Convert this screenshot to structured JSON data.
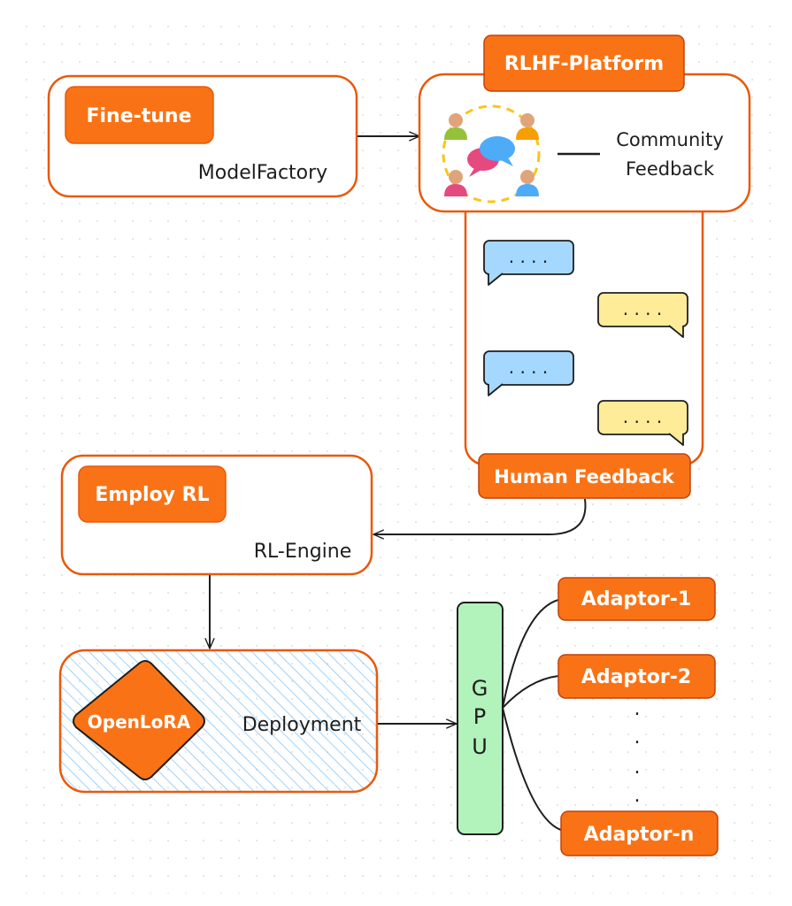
{
  "model_factory": {
    "title": "ModelFactory",
    "action": "Fine-tune"
  },
  "rlhf_platform": {
    "title": "RLHF-Platform",
    "community_feedback": [
      "Community",
      "Feedback"
    ],
    "chat_bubbles": [
      ". . . .",
      ". . . .",
      ". . . .",
      ". . . ."
    ],
    "human_feedback": "Human Feedback"
  },
  "rl_engine": {
    "title": "RL-Engine",
    "action": "Employ RL"
  },
  "deployment": {
    "title": "Deployment",
    "system": "OpenLoRA"
  },
  "gpu": {
    "letters": [
      "G",
      "P",
      "U"
    ]
  },
  "adaptors": [
    "Adaptor-1",
    "Adaptor-2",
    "Adaptor-n"
  ],
  "ellipsis_dots": [
    ".",
    ".",
    ".",
    "."
  ],
  "colors": {
    "orange": "#f97316",
    "orange_stroke": "#e8590c",
    "chat_blue": "#a5d8ff",
    "chat_yellow": "#ffec99",
    "gpu_green": "#b2f2bb",
    "hatch_blue": "#74c0fc"
  }
}
